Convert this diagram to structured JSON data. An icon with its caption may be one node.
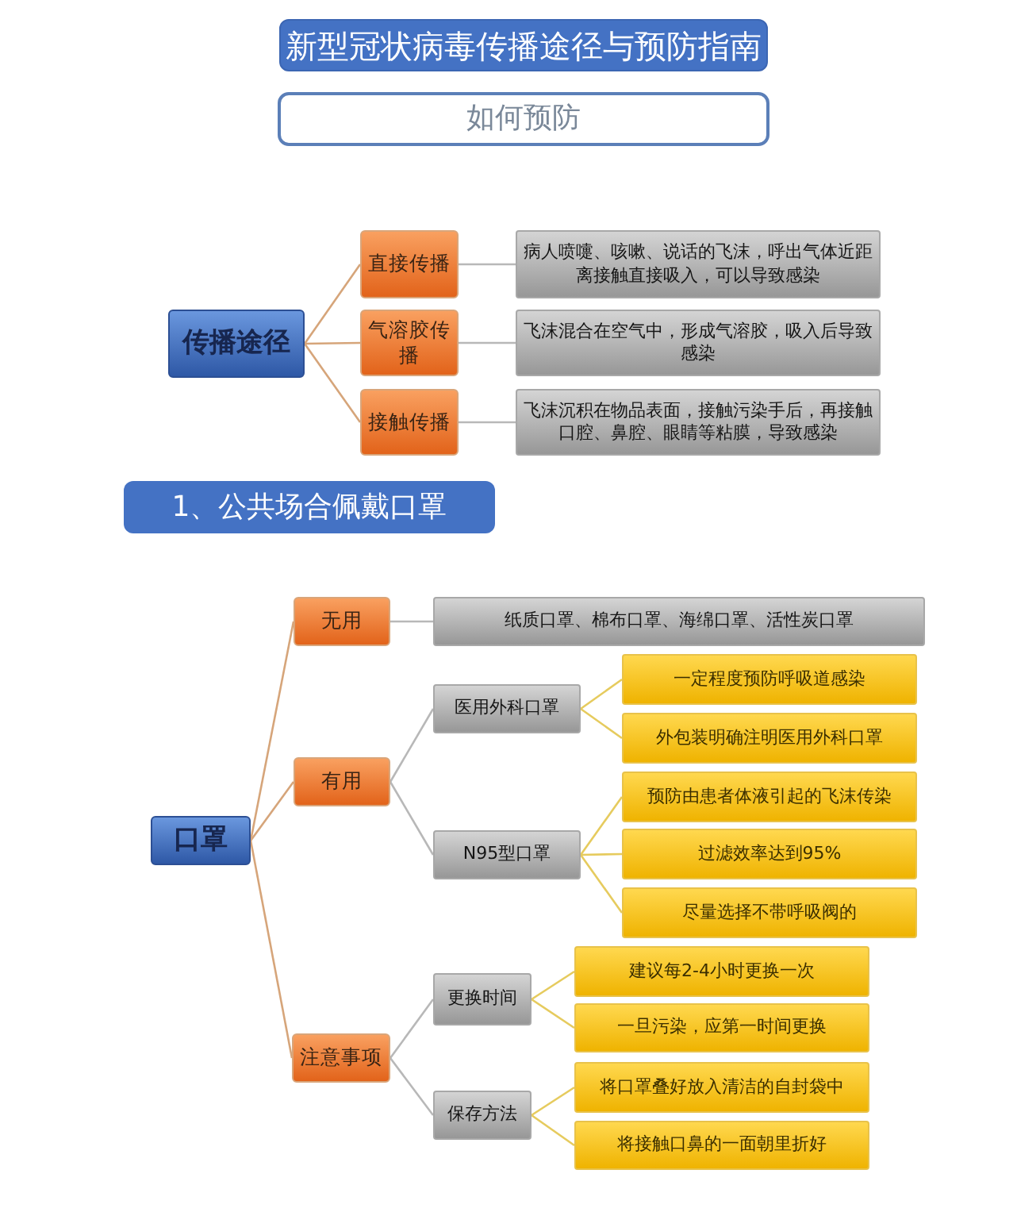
{
  "diagram": {
    "title": "新型冠状病毒传播途径与预防指南",
    "nodes": [
      {
        "text": [
          "如何预防"
        ]
      },
      {
        "text": [
          "传播途径"
        ]
      },
      {
        "text": [
          "直接传播"
        ]
      },
      {
        "text": [
          "病人喷嚏、咳嗽、说话的飞沫，呼出气体近距离接触直接吸入，可以导致感染"
        ]
      },
      {
        "text": [
          "气溶胶传播"
        ]
      },
      {
        "text": [
          "飞沫混合在空气中，形成气溶胶，吸入后导致感染"
        ]
      },
      {
        "text": [
          "接触传播"
        ]
      },
      {
        "text": [
          "飞沫沉积在物品表面，接触污染手后，再接触口腔、鼻腔、眼睛等粘膜，导致感染"
        ]
      },
      {
        "text": [
          "1、公共场合佩戴口罩"
        ]
      },
      {
        "text": [
          "口罩"
        ]
      },
      {
        "text": [
          "无用"
        ]
      },
      {
        "text": [
          "纸质口罩、棉布口罩、海绵口罩、活性炭口罩"
        ]
      },
      {
        "text": [
          "有用"
        ]
      },
      {
        "text": [
          "医用外科口罩"
        ]
      },
      {
        "text": [
          "一定程度预防呼吸道感染"
        ]
      },
      {
        "text": [
          "外包装明确注明医用外科口罩"
        ]
      },
      {
        "text": [
          "N95型口罩"
        ]
      },
      {
        "text": [
          "预防由患者体液引起的飞沫传染"
        ]
      },
      {
        "text": [
          "过滤效率达到95%"
        ]
      },
      {
        "text": [
          "尽量选择不带呼吸阀的"
        ]
      },
      {
        "text": [
          "注意事项"
        ]
      },
      {
        "text": [
          "更换时间"
        ]
      },
      {
        "text": [
          "建议每2-4小时更换一次"
        ]
      },
      {
        "text": [
          "一旦污染，应第一时间更换"
        ]
      },
      {
        "text": [
          "保存方法"
        ]
      },
      {
        "text": [
          "将口罩叠好放入清洁的自封袋中"
        ]
      },
      {
        "text": [
          "将接触口鼻的一面朝里折好"
        ]
      }
    ],
    "edges": [
      {
        "from": 1,
        "to": 2,
        "arrow": "none",
        "color": "#d6a57a"
      },
      {
        "from": 1,
        "to": 4,
        "arrow": "none",
        "color": "#d6a57a"
      },
      {
        "from": 1,
        "to": 6,
        "arrow": "none",
        "color": "#d6a57a"
      },
      {
        "from": 2,
        "to": 3,
        "arrow": "none",
        "color": "#b8b8b8"
      },
      {
        "from": 4,
        "to": 5,
        "arrow": "none",
        "color": "#b8b8b8"
      },
      {
        "from": 6,
        "to": 7,
        "arrow": "none",
        "color": "#b8b8b8"
      },
      {
        "from": 9,
        "to": 10,
        "arrow": "none",
        "color": "#d6a57a"
      },
      {
        "from": 9,
        "to": 12,
        "arrow": "none",
        "color": "#d6a57a"
      },
      {
        "from": 9,
        "to": 20,
        "arrow": "none",
        "color": "#d6a57a"
      },
      {
        "from": 10,
        "to": 11,
        "arrow": "none",
        "color": "#b8b8b8"
      },
      {
        "from": 12,
        "to": 13,
        "arrow": "none",
        "color": "#b8b8b8"
      },
      {
        "from": 12,
        "to": 16,
        "arrow": "none",
        "color": "#b8b8b8"
      },
      {
        "from": 13,
        "to": 14,
        "arrow": "none"
      },
      {
        "from": 13,
        "to": 15,
        "arrow": "none"
      },
      {
        "from": 16,
        "to": 17,
        "arrow": "none"
      },
      {
        "from": 16,
        "to": 18,
        "arrow": "none"
      },
      {
        "from": 16,
        "to": 19,
        "arrow": "none"
      },
      {
        "from": 20,
        "to": 21,
        "arrow": "none",
        "color": "#b8b8b8"
      },
      {
        "from": 20,
        "to": 24,
        "arrow": "none",
        "color": "#b8b8b8"
      },
      {
        "from": 21,
        "to": 22,
        "arrow": "none"
      },
      {
        "from": 21,
        "to": 23,
        "arrow": "none"
      },
      {
        "from": 24,
        "to": 25,
        "arrow": "none"
      },
      {
        "from": 24,
        "to": 26,
        "arrow": "none"
      }
    ]
  }
}
